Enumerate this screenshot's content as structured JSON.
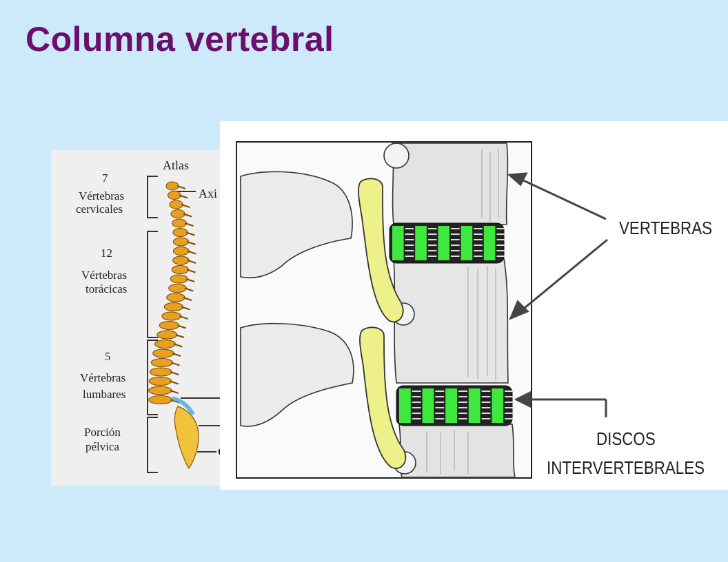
{
  "slide": {
    "title": "Columna vertebral"
  },
  "spine_figure": {
    "top_label": "Atlas",
    "axis_label": "Axi",
    "sacrum_mark": "c",
    "sections": [
      {
        "count": "7",
        "name_line1": "Vértebras",
        "name_line2": "cervicales"
      },
      {
        "count": "12",
        "name_line1": "Vértebras",
        "name_line2": "torácicas"
      },
      {
        "count": "5",
        "name_line1": "Vértebras",
        "name_line2": "lumbares"
      },
      {
        "count": "",
        "name_line1": "Porción",
        "name_line2": "pélvica"
      }
    ]
  },
  "disc_diagram": {
    "label_vertebras": "VERTEBRAS",
    "label_discos_line1": "DISCOS",
    "label_discos_line2": "INTERVERTEBRALES",
    "disc_color": "#3ee83e",
    "nerve_color": "#eef08a"
  },
  "colors": {
    "background": "#cdeafb",
    "title": "#6b0f6b",
    "vertebra": "#e8a020"
  }
}
